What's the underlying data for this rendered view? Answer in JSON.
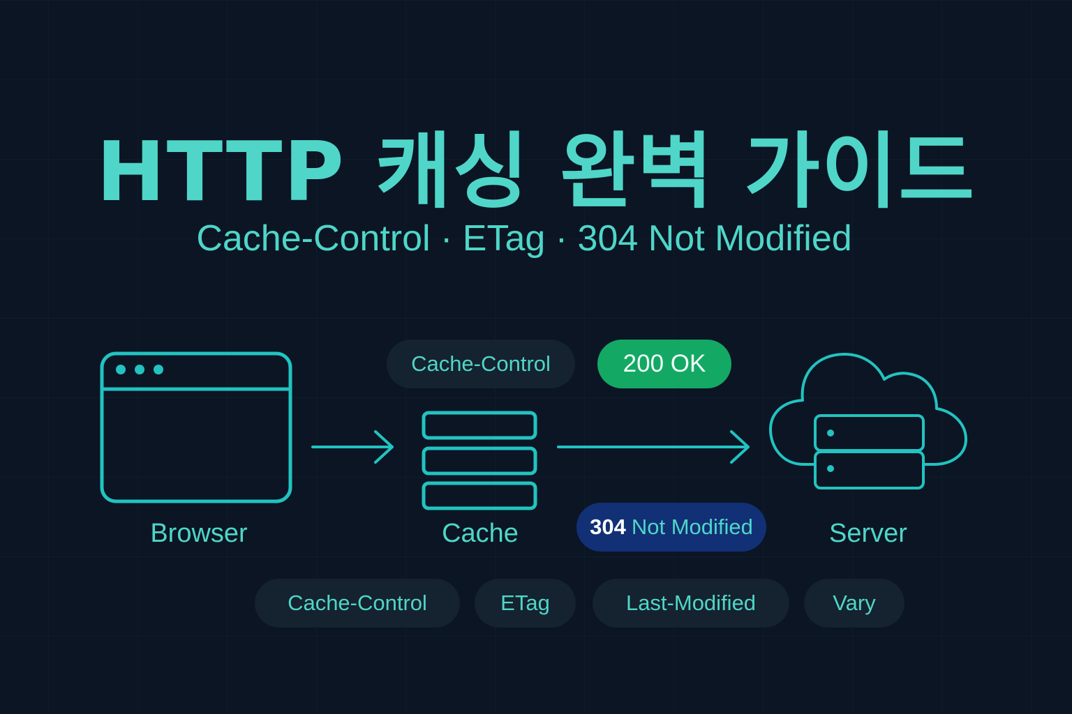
{
  "title": "HTTP 캐싱 완벽 가이드",
  "subtitle": "Cache-Control · ETag · 304 Not Modified",
  "diagram": {
    "nodes": [
      {
        "id": "browser",
        "label": "Browser",
        "icon": "browser-window-icon"
      },
      {
        "id": "cache",
        "label": "Cache",
        "icon": "cache-stack-icon"
      },
      {
        "id": "server",
        "label": "Server",
        "icon": "cloud-server-icon"
      }
    ],
    "edges": [
      {
        "from": "browser",
        "to": "cache"
      },
      {
        "from": "cache",
        "to": "server"
      }
    ],
    "badges": {
      "cache_control": "Cache-Control",
      "ok": "200 OK",
      "not_modified_code": "304",
      "not_modified_text": "Not Modified"
    },
    "header_tags": [
      "Cache-Control",
      "ETag",
      "Last-Modified",
      "Vary"
    ]
  },
  "colors": {
    "background": "#0b1524",
    "accent": "#4fd6c8",
    "stroke": "#22c3c0",
    "pill_dark": "#15222f",
    "ok_green": "#14a865",
    "not_modified_blue": "#123075"
  }
}
